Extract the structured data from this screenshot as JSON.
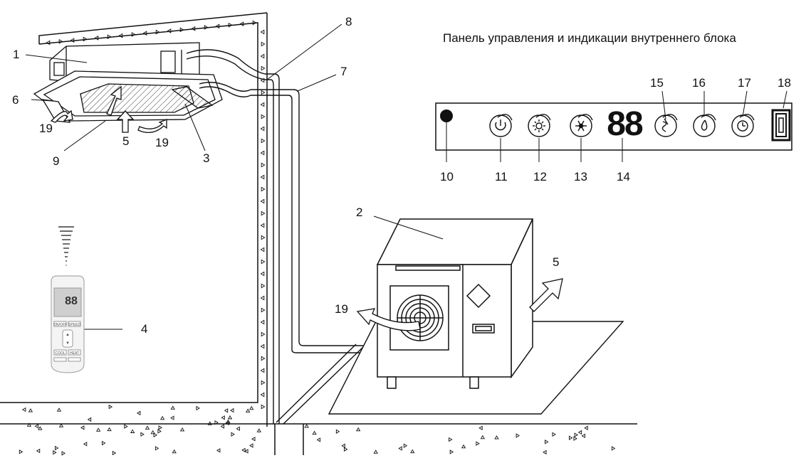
{
  "title": "Панель управления и индикации внутреннего блока",
  "labels": {
    "n1": "1",
    "n2": "2",
    "n3": "3",
    "n4": "4",
    "n5a": "5",
    "n5b": "5",
    "n6": "6",
    "n7": "7",
    "n8": "8",
    "n9": "9",
    "n10": "10",
    "n11": "11",
    "n12": "12",
    "n13": "13",
    "n14": "14",
    "n15": "15",
    "n16": "16",
    "n17": "17",
    "n18": "18",
    "n19a": "19",
    "n19b": "19",
    "n19c": "19"
  },
  "panel": {
    "display": "88"
  },
  "remote": {
    "display": "88",
    "btn_onoff": "ON/OFF",
    "btn_speed": "SPEED",
    "btn_cool": "COOL",
    "btn_heat": "HEAT"
  },
  "icons": [
    "power-icon",
    "sun-icon",
    "snowflake-icon",
    "fan-icon",
    "drop-icon",
    "timer-icon"
  ]
}
